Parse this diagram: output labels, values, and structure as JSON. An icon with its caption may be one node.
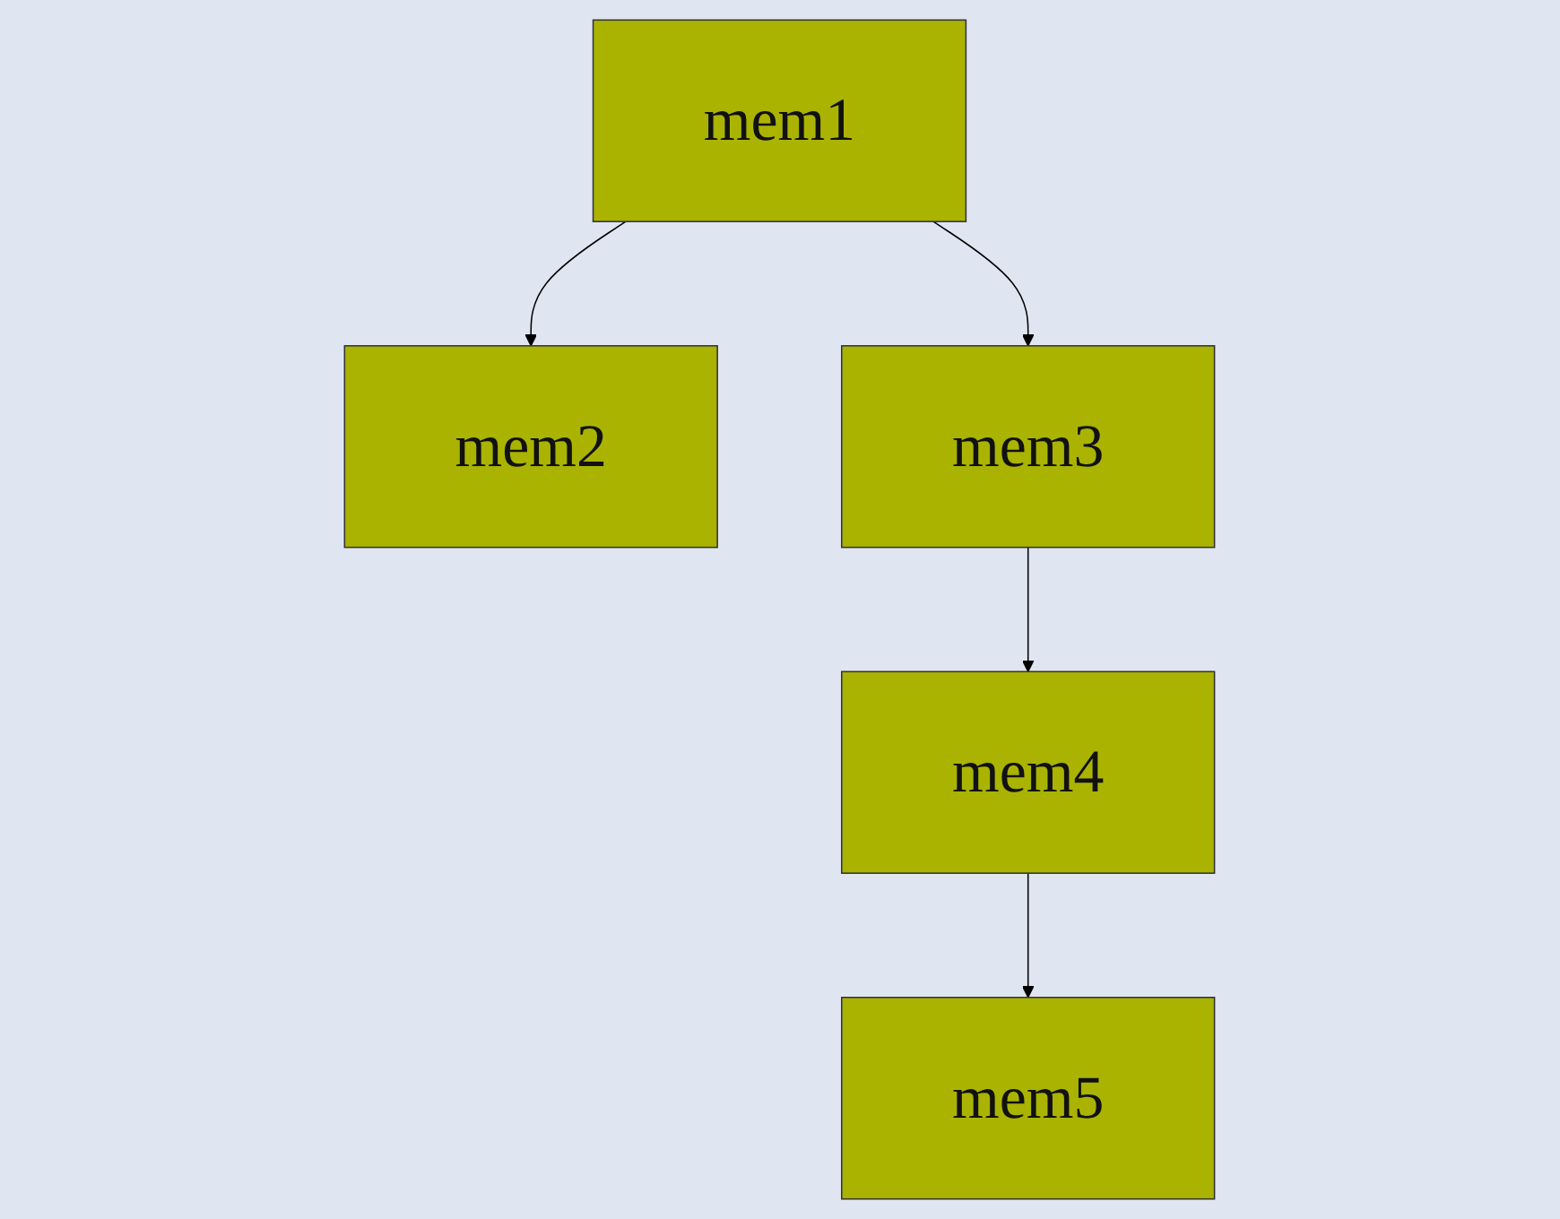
{
  "diagram": {
    "nodes": [
      {
        "text": [
          "mem1"
        ]
      },
      {
        "text": [
          "mem2"
        ]
      },
      {
        "text": [
          "mem3"
        ]
      },
      {
        "text": [
          "mem4"
        ]
      },
      {
        "text": [
          "mem5"
        ]
      }
    ],
    "edges": [
      {
        "from": 0,
        "to": 1,
        "arrow": "to"
      },
      {
        "from": 0,
        "to": 2,
        "arrow": "to"
      },
      {
        "from": 2,
        "to": 3,
        "arrow": "to"
      },
      {
        "from": 3,
        "to": 4,
        "arrow": "to"
      }
    ]
  }
}
